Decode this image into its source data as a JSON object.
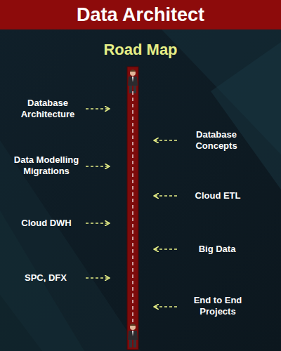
{
  "diagram": {
    "title": "Data Architect",
    "labels": [
      "Road Map",
      "Database Architecture",
      "Database Concepts",
      "Data Modelling Migrations",
      "Cloud ETL",
      "Cloud DWH",
      "Big Data",
      "SPC, DFX",
      "End to End Projects"
    ]
  }
}
